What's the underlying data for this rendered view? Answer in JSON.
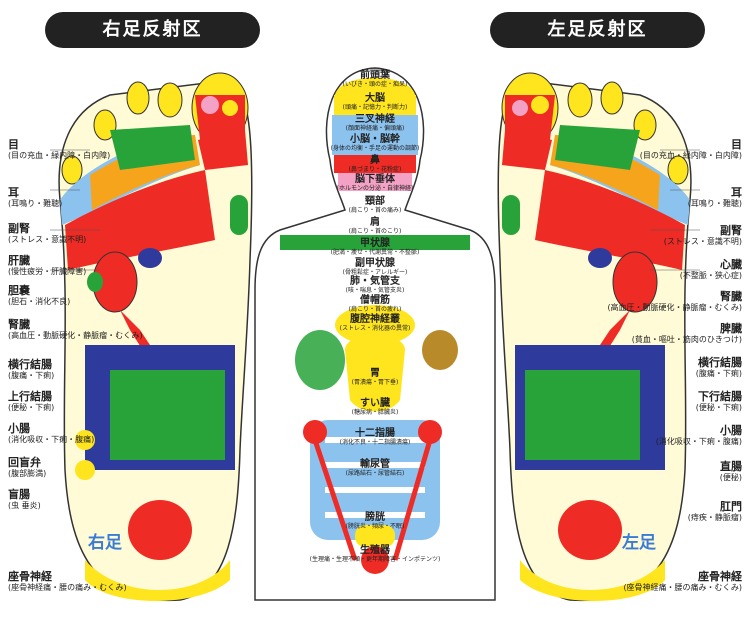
{
  "titles": {
    "right_foot": "右足反射区",
    "left_foot": "左足反射区"
  },
  "foot_names": {
    "right": "右足",
    "left": "左足"
  },
  "colors": {
    "yellow": "#ffe51e",
    "red": "#ee2b24",
    "orange": "#f7a41d",
    "green": "#28a33a",
    "blue": "#2e3a9c",
    "lightblue": "#8cc2ee",
    "pink": "#f3a1c5",
    "brown": "#b98a2a"
  },
  "right_labels": [
    {
      "name": "目",
      "desc": "(目の充血・緑内障・白内障)"
    },
    {
      "name": "耳",
      "desc": "(耳鳴り・難聴)"
    },
    {
      "name": "副腎",
      "desc": "(ストレス・意識不明)"
    },
    {
      "name": "肝臓",
      "desc": "(慢性疲労・肝臓障害)"
    },
    {
      "name": "胆嚢",
      "desc": "(胆石・消化不良)"
    },
    {
      "name": "腎臓",
      "desc": "(高血圧・動脈硬化・静脈瘤・むくみ)"
    },
    {
      "name": "横行結腸",
      "desc": "(腹痛・下痢)"
    },
    {
      "name": "上行結腸",
      "desc": "(便秘・下痢)"
    },
    {
      "name": "小腸",
      "desc": "(消化吸収・下痢・腹痛)"
    },
    {
      "name": "回盲弁",
      "desc": "(腹部膨満)"
    },
    {
      "name": "盲腸",
      "desc": "(虫 垂炎)"
    },
    {
      "name": "座骨神経",
      "desc": "(座骨神経痛・腰の痛み・むくみ)"
    }
  ],
  "left_labels": [
    {
      "name": "目",
      "desc": "(目の充血・緑内障・白内障)"
    },
    {
      "name": "耳",
      "desc": "(耳鳴り・難聴)"
    },
    {
      "name": "副腎",
      "desc": "(ストレス・意識不明)"
    },
    {
      "name": "心臓",
      "desc": "(不整脈・狭心症)"
    },
    {
      "name": "腎臓",
      "desc": "(高血圧・動脈硬化・静脈瘤・むくみ)"
    },
    {
      "name": "脾臓",
      "desc": "(貧血・嘔吐・筋肉のひきつけ)"
    },
    {
      "name": "横行結腸",
      "desc": "(腹痛・下痢)"
    },
    {
      "name": "下行結腸",
      "desc": "(便秘・下痢)"
    },
    {
      "name": "小腸",
      "desc": "(消化吸収・下痢・腹痛)"
    },
    {
      "name": "直腸",
      "desc": "(便秘)"
    },
    {
      "name": "肛門",
      "desc": "(痔疾・静脈瘤)"
    },
    {
      "name": "座骨神経",
      "desc": "(座骨神経痛・腰の痛み・むくみ)"
    }
  ],
  "body_organs": [
    {
      "name": "前頭葉",
      "desc": "(いびき・頭の症・痴呆)"
    },
    {
      "name": "大脳",
      "desc": "(頭痛・記憶力・判断力)"
    },
    {
      "name": "三叉神経",
      "desc": "(顔面神経痛・偏頭痛)"
    },
    {
      "name": "小脳・脳幹",
      "desc": "(身体の均衡・手足の運動の調節)"
    },
    {
      "name": "鼻",
      "desc": "(鼻づまり・花粉症)"
    },
    {
      "name": "脳下垂体",
      "desc": "(ホルモンの分泌・自律神経)"
    },
    {
      "name": "頸部",
      "desc": "(肩こり・首の痛み)"
    },
    {
      "name": "肩",
      "desc": "(肩こり・首のこり)"
    },
    {
      "name": "甲状腺",
      "desc": "(肥満・痩せ・代謝異常・不整脈)"
    },
    {
      "name": "副甲状腺",
      "desc": "(骨粗鬆症・アレルギー)"
    },
    {
      "name": "肺・気管支",
      "desc": "(咳・喘息・気管支炎)"
    },
    {
      "name": "僧帽筋",
      "desc": "(肩こり・首の疲れ)"
    },
    {
      "name": "腹腔神経叢",
      "desc": "(ストレス・消化器の異常)"
    },
    {
      "name": "胃",
      "desc": "(胃潰瘍・胃下垂)"
    },
    {
      "name": "すい臓",
      "desc": "(糖尿病・膵臓炎)"
    },
    {
      "name": "十二指腸",
      "desc": "(消化不良・十二指腸潰瘍)"
    },
    {
      "name": "輸尿管",
      "desc": "(尿路結石・尿管結石)"
    },
    {
      "name": "膀胱",
      "desc": "(膀胱炎・頻尿・不眠)"
    },
    {
      "name": "生殖器",
      "desc": "(生理痛・生理不順・更年期障害・インポテンツ)"
    }
  ]
}
